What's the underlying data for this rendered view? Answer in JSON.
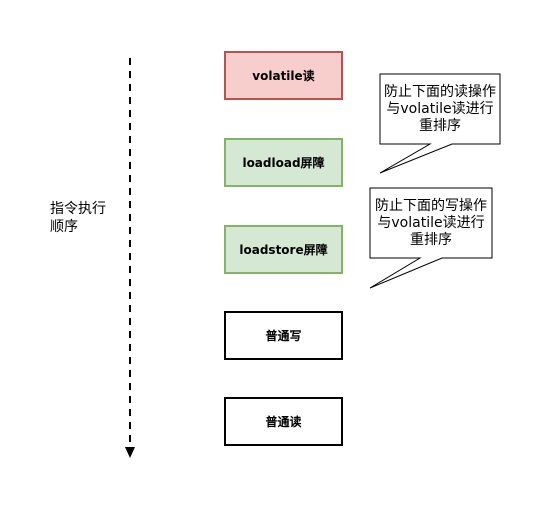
{
  "axis_label": "指令执行顺序",
  "boxes": [
    {
      "label": "volatile读",
      "color": "#f8cecc"
    },
    {
      "label": "loadload屏障",
      "color": "#d5e8d4"
    },
    {
      "label": "loadstore屏障",
      "color": "#d5e8d4"
    },
    {
      "label": "普通写",
      "color": "#ffffff"
    },
    {
      "label": "普通读",
      "color": "#ffffff"
    }
  ],
  "callouts": [
    {
      "text": "防止下面的读操作与volatile读进行重排序"
    },
    {
      "text": "防止下面的写操作与volatile读进行重排序"
    }
  ]
}
